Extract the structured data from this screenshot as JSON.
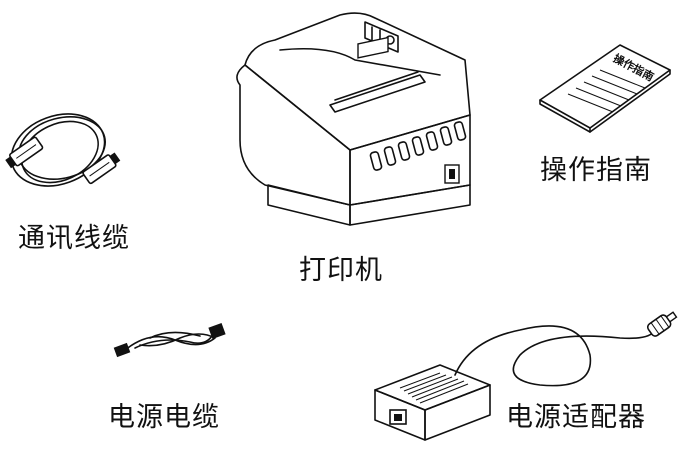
{
  "items": {
    "comm_cable": {
      "label": "通讯线缆"
    },
    "printer": {
      "label": "打印机"
    },
    "manual": {
      "label": "操作指南",
      "cover_text": "操作指南"
    },
    "power_cable": {
      "label": "电源电缆"
    },
    "power_adapter": {
      "label": "电源适配器"
    }
  }
}
